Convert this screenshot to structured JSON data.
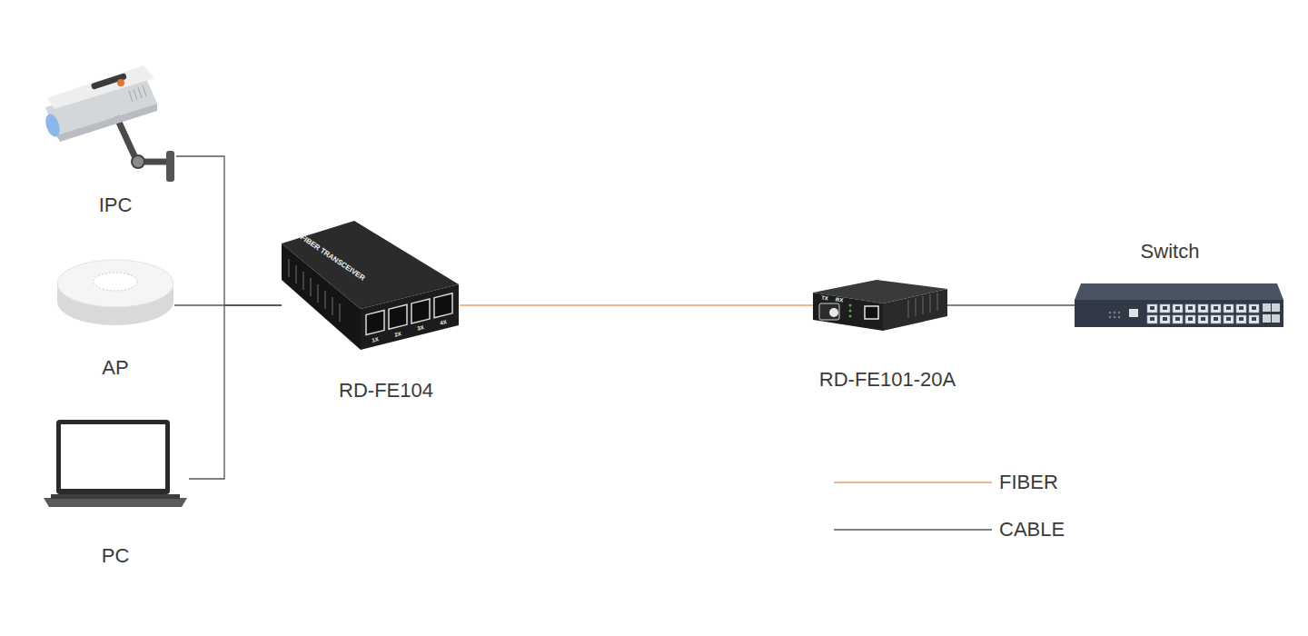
{
  "diagram": {
    "nodes": [
      {
        "text": [
          "IPC"
        ]
      },
      {
        "text": [
          "AP"
        ]
      },
      {
        "text": [
          "PC"
        ]
      },
      {
        "text": [
          "RD-FE104"
        ]
      },
      {
        "text": [
          "RD-FE101-20A"
        ]
      },
      {
        "text": [
          "Switch"
        ]
      }
    ],
    "edges": [
      {
        "from": 0,
        "to": 3,
        "arrow": "none"
      },
      {
        "from": 1,
        "to": 3,
        "arrow": "none"
      },
      {
        "from": 2,
        "to": 3,
        "arrow": "none"
      },
      {
        "from": 3,
        "to": 4,
        "arrow": "none"
      },
      {
        "from": 4,
        "to": 5,
        "arrow": "none"
      }
    ],
    "labels": [
      "FIBER TRANSCEIVER",
      "1X",
      "2X",
      "3X",
      "4X",
      "TX",
      "RX"
    ],
    "legend": [
      {
        "text": "FIBER"
      },
      {
        "text": "CABLE"
      }
    ]
  }
}
